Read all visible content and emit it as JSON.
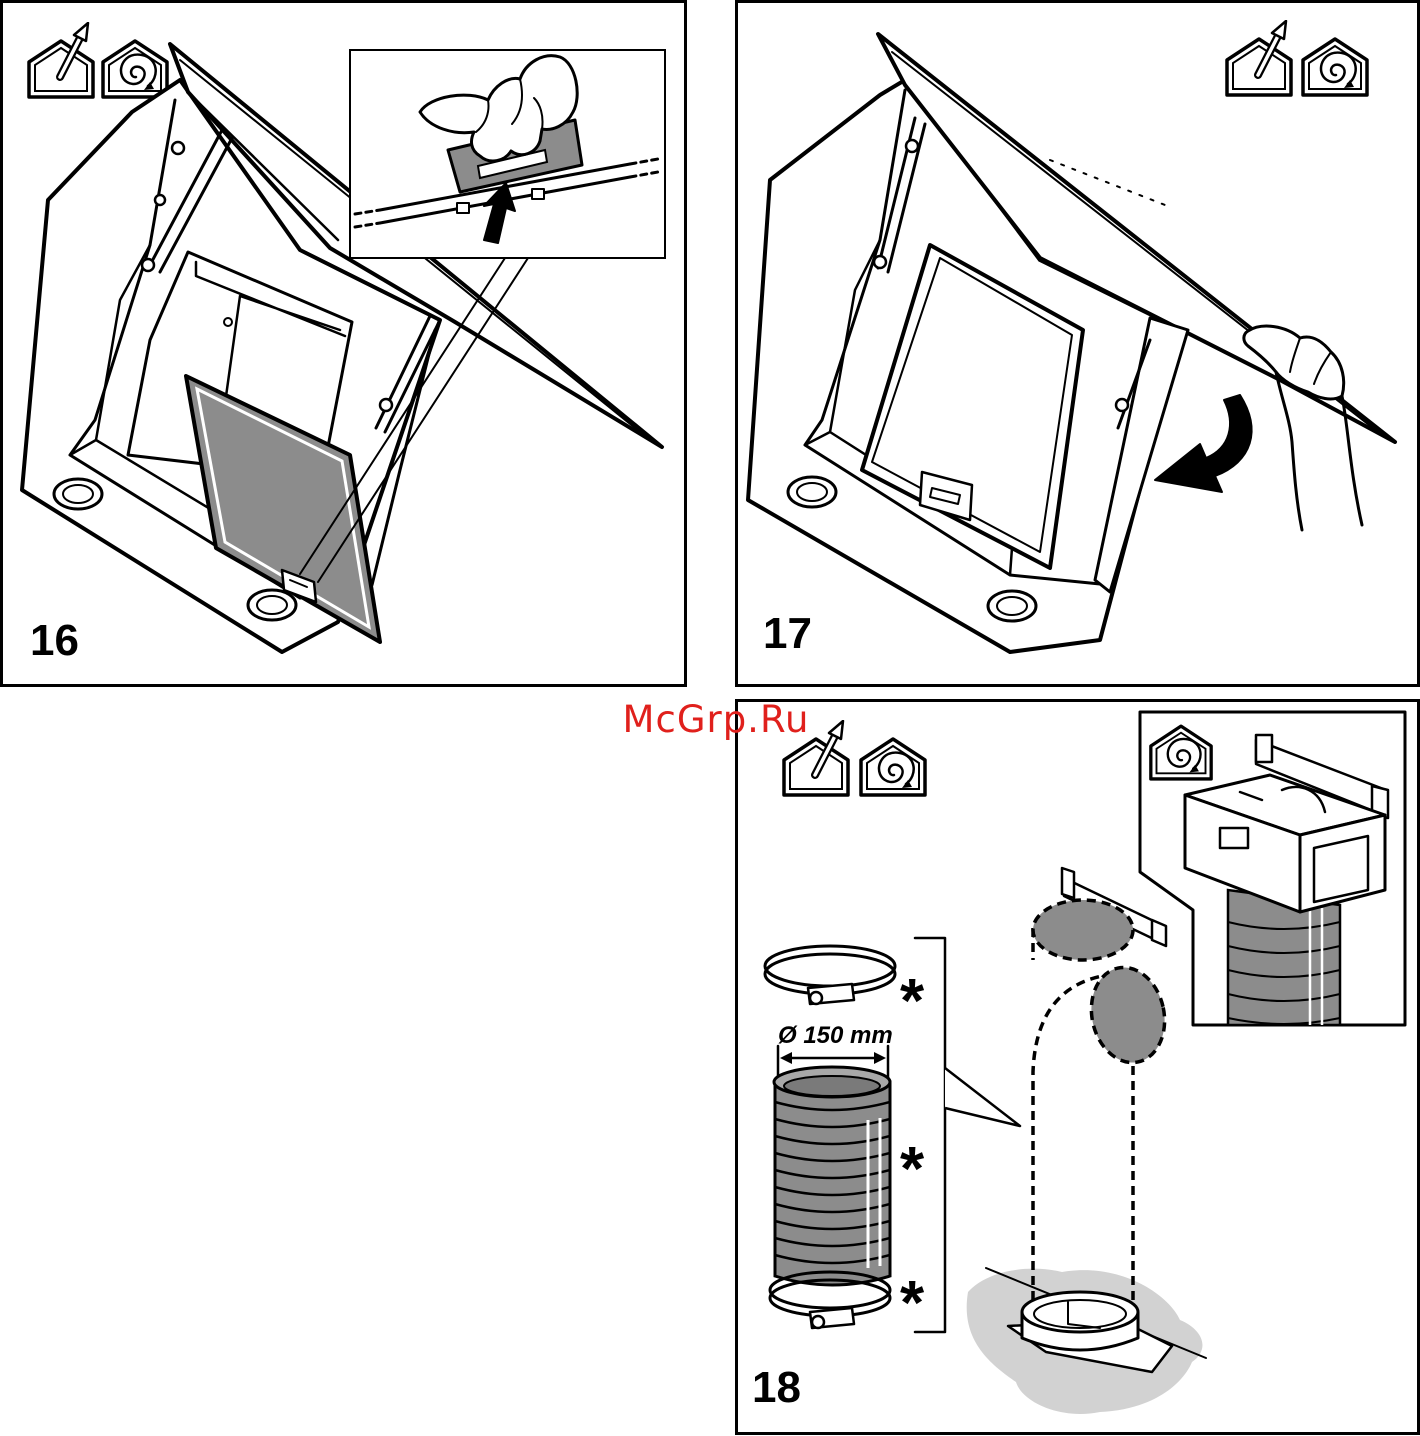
{
  "watermark": "McGrp.Ru",
  "panels": [
    {
      "number": "16",
      "icons": [
        "extraction-mode-icon",
        "recirculation-mode-icon"
      ]
    },
    {
      "number": "17",
      "icons": [
        "extraction-mode-icon",
        "recirculation-mode-icon"
      ]
    },
    {
      "number": "18",
      "icons": [
        "extraction-mode-icon",
        "recirculation-mode-icon"
      ],
      "inset_icons": [
        "recirculation-mode-icon"
      ],
      "duct_diameter_label": "Ø 150 mm",
      "asterisks": [
        "*",
        "*",
        "*"
      ]
    }
  ],
  "colors": {
    "line": "#000000",
    "filter_grey": "#8c8c8c",
    "floor_grey": "#d2d2d2",
    "watermark": "#e0201c"
  }
}
